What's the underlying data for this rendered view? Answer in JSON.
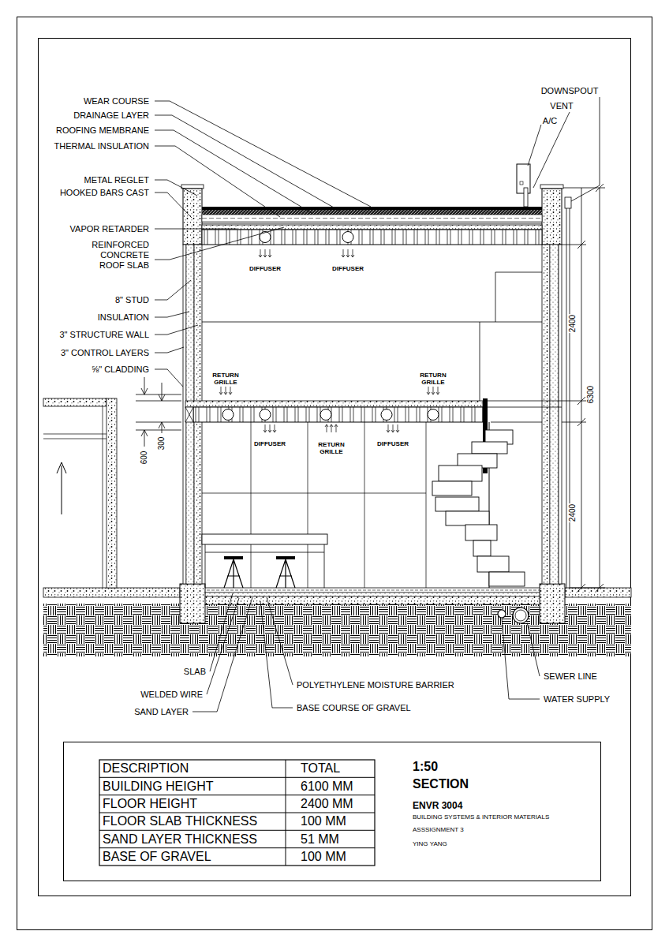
{
  "diagram": {
    "nodes": [
      {
        "text": [
          "1:50 SECTION",
          "ENVR 3004",
          "BUILDING SYSTEMS & INTERIOR MATERIALS",
          "ASSSIGNMENT 3",
          "YING YANG"
        ]
      }
    ],
    "labels": [
      "WEAR COURSE",
      "DRAINAGE LAYER",
      "ROOFING MEMBRANE",
      "THERMAL INSULATION",
      "METAL REGLET",
      "HOOKED BARS CAST",
      "VAPOR RETARDER",
      "REINFORCED CONCRETE ROOF SLAB",
      "8\" STUD",
      "INSULATION",
      "3\" STRUCTURE WALL",
      "3\" CONTROL LAYERS",
      "⅝\" CLADDING",
      "DOWNSPOUT",
      "VENT",
      "A/C",
      "DIFFUSER",
      "DIFFUSER",
      "RETURN GRILLE",
      "RETURN GRILLE",
      "DIFFUSER",
      "RETURN GRILLE",
      "DIFFUSER",
      "2400",
      "6300",
      "2400",
      "600",
      "300",
      "SLAB",
      "WELDED WIRE",
      "SAND LAYER",
      "POLYETHYLENE MOISTURE BARRIER",
      "BASE COURSE OF GRAVEL",
      "SEWER LINE",
      "WATER SUPPLY",
      "DESCRIPTION",
      "TOTAL",
      "BUILDING HEIGHT",
      "6100 MM",
      "FLOOR HEIGHT",
      "2400 MM",
      "FLOOR SLAB THICKNESS",
      "100 MM",
      "SAND LAYER THICKNESS",
      "51 MM",
      "BASE OF GRAVEL",
      "100 MM"
    ]
  }
}
